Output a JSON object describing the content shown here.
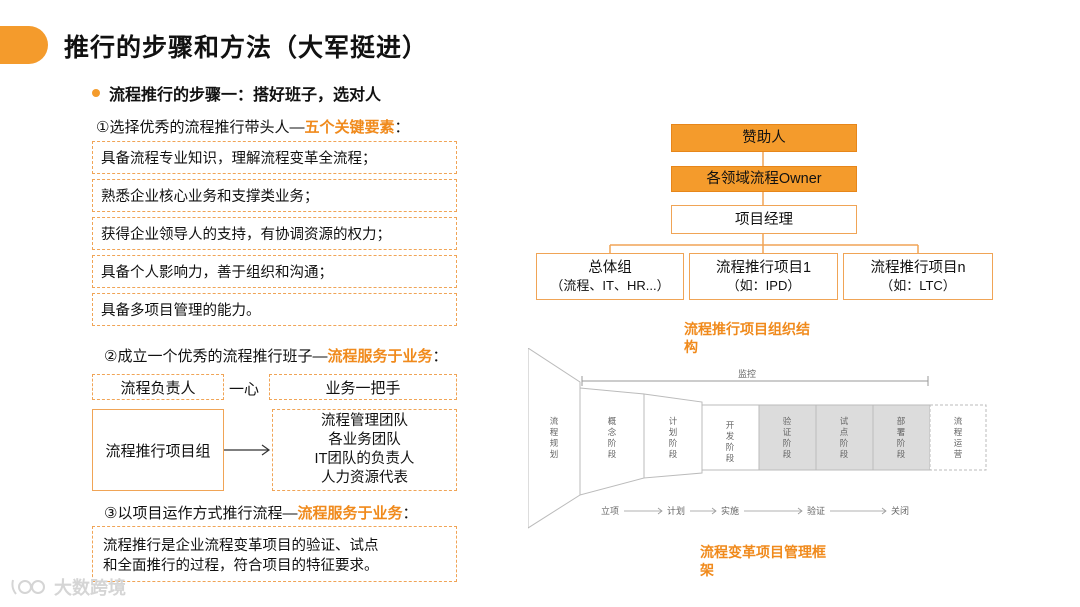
{
  "title": "推行的步骤和方法（大军挺进）",
  "step1": {
    "heading": "流程推行的步骤一：搭好班子，选对人",
    "sub_prefix": "①选择优秀的流程推行带头人—",
    "sub_highlight": "五个关键要素",
    "sub_suffix": "：",
    "items": [
      "具备流程专业知识，理解流程变革全流程；",
      "熟悉企业核心业务和支撑类业务；",
      "获得企业领导人的支持，有协调资源的权力；",
      "具备个人影响力，善于组织和沟通；",
      "具备多项目管理的能力。"
    ]
  },
  "step2": {
    "sub_prefix": "②成立一个优秀的流程推行班子—",
    "sub_highlight": "流程服务于业务",
    "sub_suffix": "：",
    "owner_label": "流程负责人",
    "link_label": "一心",
    "business_label": "业务一把手",
    "team_label": "流程推行项目组",
    "members": [
      "流程管理团队",
      "各业务团队",
      "IT团队的负责人",
      "人力资源代表"
    ]
  },
  "step3": {
    "sub_prefix": "③以项目运作方式推行流程—",
    "sub_highlight": "流程服务于业务",
    "sub_suffix": "：",
    "paragraph_line1": "流程推行是企业流程变革项目的验证、试点",
    "paragraph_line2": "和全面推行的过程，符合项目的特征要求。"
  },
  "org_chart": {
    "sponsor": "赞助人",
    "domain_owner": "各领域流程Owner",
    "project_manager": "项目经理",
    "children": [
      {
        "name": "总体组",
        "sub": "（流程、IT、HR...）"
      },
      {
        "name": "流程推行项目1",
        "sub": "（如：IPD）"
      },
      {
        "name": "流程推行项目n",
        "sub": "（如：LTC）"
      }
    ],
    "caption_line1": "流程推行项目组织结",
    "caption_line2": "构"
  },
  "framework": {
    "monitor_label": "监控",
    "left_label": "流程规划",
    "phases": [
      "概念阶段",
      "计划阶段",
      "开发阶段",
      "验证阶段",
      "试点阶段",
      "部署阶段"
    ],
    "right_label": "流程运营",
    "gates": [
      "立项",
      "计划",
      "实施",
      "验证",
      "关闭"
    ],
    "caption_line1": "流程变革项目管理框",
    "caption_line2": "架"
  },
  "colors": {
    "accent": "#f49b2c",
    "highlight": "#f08a1c",
    "border": "#f0a456"
  },
  "watermark": "大数跨境"
}
